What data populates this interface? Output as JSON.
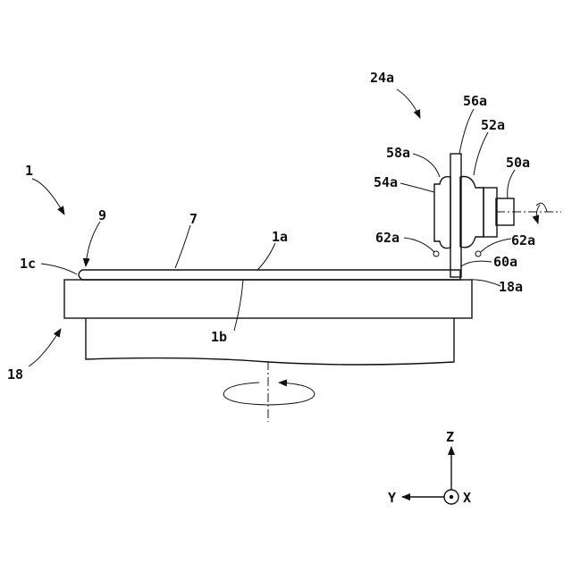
{
  "labels": {
    "l1": "1",
    "l1a": "1a",
    "l1b": "1b",
    "l1c": "1c",
    "l7": "7",
    "l9": "9",
    "l18": "18",
    "l18a": "18a",
    "l24a": "24a",
    "l50a": "50a",
    "l52a": "52a",
    "l54a": "54a",
    "l56a": "56a",
    "l58a": "58a",
    "l60a": "60a",
    "l62a_left": "62a",
    "l62a_right": "62a"
  },
  "axes": {
    "z": "Z",
    "y": "Y",
    "x": "X"
  },
  "colors": {
    "line": "#111111",
    "background": "#ffffff"
  }
}
